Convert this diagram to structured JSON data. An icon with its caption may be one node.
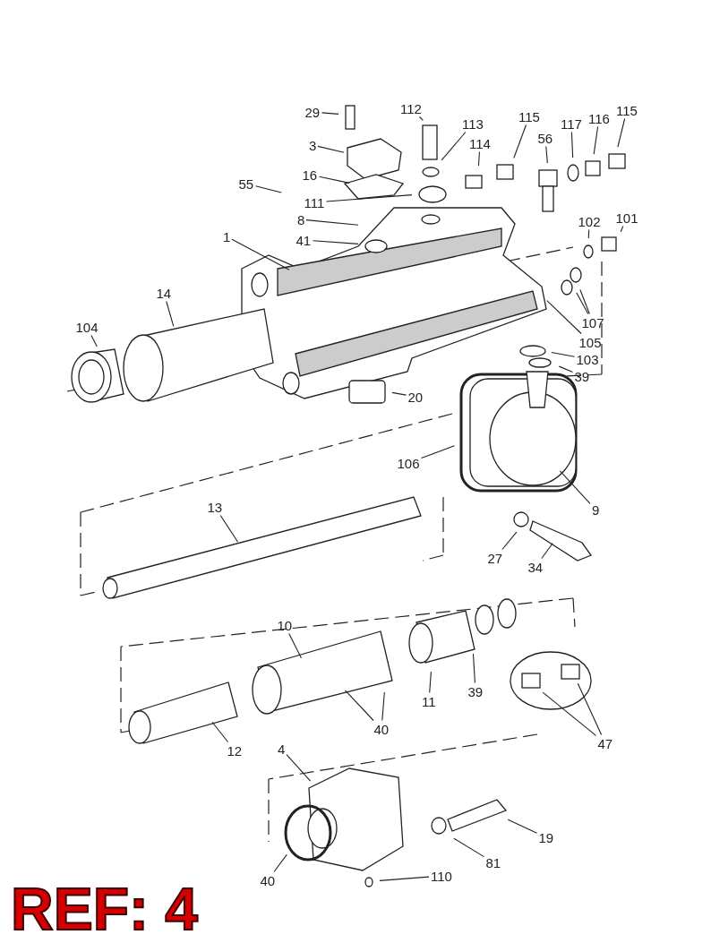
{
  "diagram": {
    "nodes": [
      {
        "text": [
          "29"
        ]
      },
      {
        "text": [
          "112"
        ]
      },
      {
        "text": [
          "113"
        ]
      },
      {
        "text": [
          "115"
        ]
      },
      {
        "text": [
          "117"
        ]
      },
      {
        "text": [
          "116"
        ]
      },
      {
        "text": [
          "115"
        ]
      },
      {
        "text": [
          "3"
        ]
      },
      {
        "text": [
          "114"
        ]
      },
      {
        "text": [
          "56"
        ]
      },
      {
        "text": [
          "16"
        ]
      },
      {
        "text": [
          "55"
        ]
      },
      {
        "text": [
          "111"
        ]
      },
      {
        "text": [
          "8"
        ]
      },
      {
        "text": [
          "41"
        ]
      },
      {
        "text": [
          "102"
        ]
      },
      {
        "text": [
          "101"
        ]
      },
      {
        "text": [
          "1"
        ]
      },
      {
        "text": [
          "14"
        ]
      },
      {
        "text": [
          "104"
        ]
      },
      {
        "text": [
          "107"
        ]
      },
      {
        "text": [
          "105"
        ]
      },
      {
        "text": [
          "103"
        ]
      },
      {
        "text": [
          "39"
        ]
      },
      {
        "text": [
          "20"
        ]
      },
      {
        "text": [
          "106"
        ]
      },
      {
        "text": [
          "9"
        ]
      },
      {
        "text": [
          "13"
        ]
      },
      {
        "text": [
          "27"
        ]
      },
      {
        "text": [
          "34"
        ]
      },
      {
        "text": [
          "10"
        ]
      },
      {
        "text": [
          "11"
        ]
      },
      {
        "text": [
          "39"
        ]
      },
      {
        "text": [
          "12"
        ]
      },
      {
        "text": [
          "40"
        ]
      },
      {
        "text": [
          "47"
        ]
      },
      {
        "text": [
          "4"
        ]
      },
      {
        "text": [
          "19"
        ]
      },
      {
        "text": [
          "40"
        ]
      },
      {
        "text": [
          "81"
        ]
      },
      {
        "text": [
          "110"
        ]
      }
    ],
    "edges": [
      {
        "from": 0,
        "to": null,
        "arrow": "none"
      },
      {
        "from": 1,
        "to": null,
        "arrow": "none"
      },
      {
        "from": 2,
        "to": null,
        "arrow": "none"
      },
      {
        "from": 3,
        "to": null,
        "arrow": "none"
      },
      {
        "from": 4,
        "to": null,
        "arrow": "none"
      },
      {
        "from": 5,
        "to": null,
        "arrow": "none"
      },
      {
        "from": 6,
        "to": null,
        "arrow": "none"
      },
      {
        "from": 7,
        "to": null,
        "arrow": "none"
      },
      {
        "from": 8,
        "to": null,
        "arrow": "none"
      },
      {
        "from": 9,
        "to": null,
        "arrow": "none"
      },
      {
        "from": 10,
        "to": null,
        "arrow": "none"
      },
      {
        "from": 11,
        "to": null,
        "arrow": "none"
      },
      {
        "from": 12,
        "to": null,
        "arrow": "none"
      },
      {
        "from": 13,
        "to": null,
        "arrow": "none"
      },
      {
        "from": 14,
        "to": null,
        "arrow": "none"
      },
      {
        "from": 15,
        "to": null,
        "arrow": "none"
      },
      {
        "from": 16,
        "to": null,
        "arrow": "none"
      },
      {
        "from": 17,
        "to": null,
        "arrow": "none"
      },
      {
        "from": 18,
        "to": null,
        "arrow": "none"
      },
      {
        "from": 19,
        "to": null,
        "arrow": "none"
      },
      {
        "from": 20,
        "to": null,
        "arrow": "none"
      },
      {
        "from": 20,
        "to": null,
        "arrow": "none"
      },
      {
        "from": 21,
        "to": null,
        "arrow": "none"
      },
      {
        "from": 22,
        "to": null,
        "arrow": "none"
      },
      {
        "from": 23,
        "to": null,
        "arrow": "none"
      },
      {
        "from": 24,
        "to": null,
        "arrow": "none"
      },
      {
        "from": 25,
        "to": null,
        "arrow": "none"
      },
      {
        "from": 26,
        "to": null,
        "arrow": "none"
      },
      {
        "from": 27,
        "to": null,
        "arrow": "none"
      },
      {
        "from": 28,
        "to": null,
        "arrow": "none"
      },
      {
        "from": 29,
        "to": null,
        "arrow": "none"
      },
      {
        "from": 30,
        "to": null,
        "arrow": "none"
      },
      {
        "from": 31,
        "to": null,
        "arrow": "none"
      },
      {
        "from": 32,
        "to": null,
        "arrow": "none"
      },
      {
        "from": 33,
        "to": null,
        "arrow": "none"
      },
      {
        "from": 34,
        "to": null,
        "arrow": "none"
      },
      {
        "from": 34,
        "to": null,
        "arrow": "none"
      },
      {
        "from": 35,
        "to": null,
        "arrow": "none"
      },
      {
        "from": 35,
        "to": null,
        "arrow": "none"
      },
      {
        "from": 36,
        "to": null,
        "arrow": "none"
      },
      {
        "from": 37,
        "to": null,
        "arrow": "none"
      },
      {
        "from": 38,
        "to": null,
        "arrow": "none"
      },
      {
        "from": 39,
        "to": null,
        "arrow": "none"
      },
      {
        "from": 40,
        "to": null,
        "arrow": "none"
      }
    ],
    "labels": [
      "REF: 4"
    ]
  }
}
